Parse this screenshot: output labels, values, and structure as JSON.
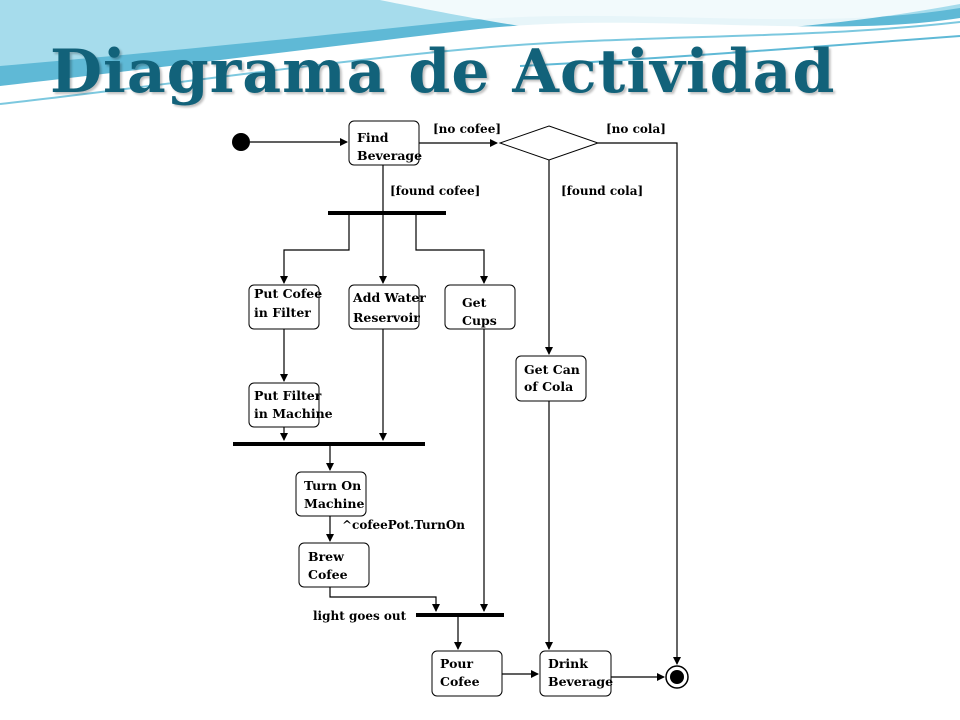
{
  "slide": {
    "title": "Diagrama de Actividad",
    "title_color": "#12627a",
    "wave_colors": [
      "#5fb9d6",
      "#a6dcec",
      "#e4f5fa"
    ]
  },
  "diagram": {
    "nodes": {
      "find_beverage": [
        "Find",
        "Beverage"
      ],
      "put_cofee_in_filter": [
        "Put Cofee",
        "in Filter"
      ],
      "add_water_reservoir": [
        "Add Water",
        "Reservoir"
      ],
      "get_cups": [
        "Get",
        "Cups"
      ],
      "get_can_of_cola": [
        "Get Can",
        "of Cola"
      ],
      "put_filter_in_machine": [
        "Put Filter",
        "in Machine"
      ],
      "turn_on_machine": [
        "Turn On",
        "Machine"
      ],
      "brew_cofee": [
        "Brew",
        "Cofee"
      ],
      "pour_cofee": [
        "Pour",
        "Cofee"
      ],
      "drink_beverage": [
        "Drink",
        "Beverage"
      ]
    },
    "guards": {
      "no_cofee": "[no cofee]",
      "no_cola": "[no cola]",
      "found_cofee": "[found cofee]",
      "found_cola": "[found cola]"
    },
    "annotations": {
      "turn_on_event": "^cofeePot.TurnOn",
      "light_goes_out": "light goes out"
    }
  }
}
